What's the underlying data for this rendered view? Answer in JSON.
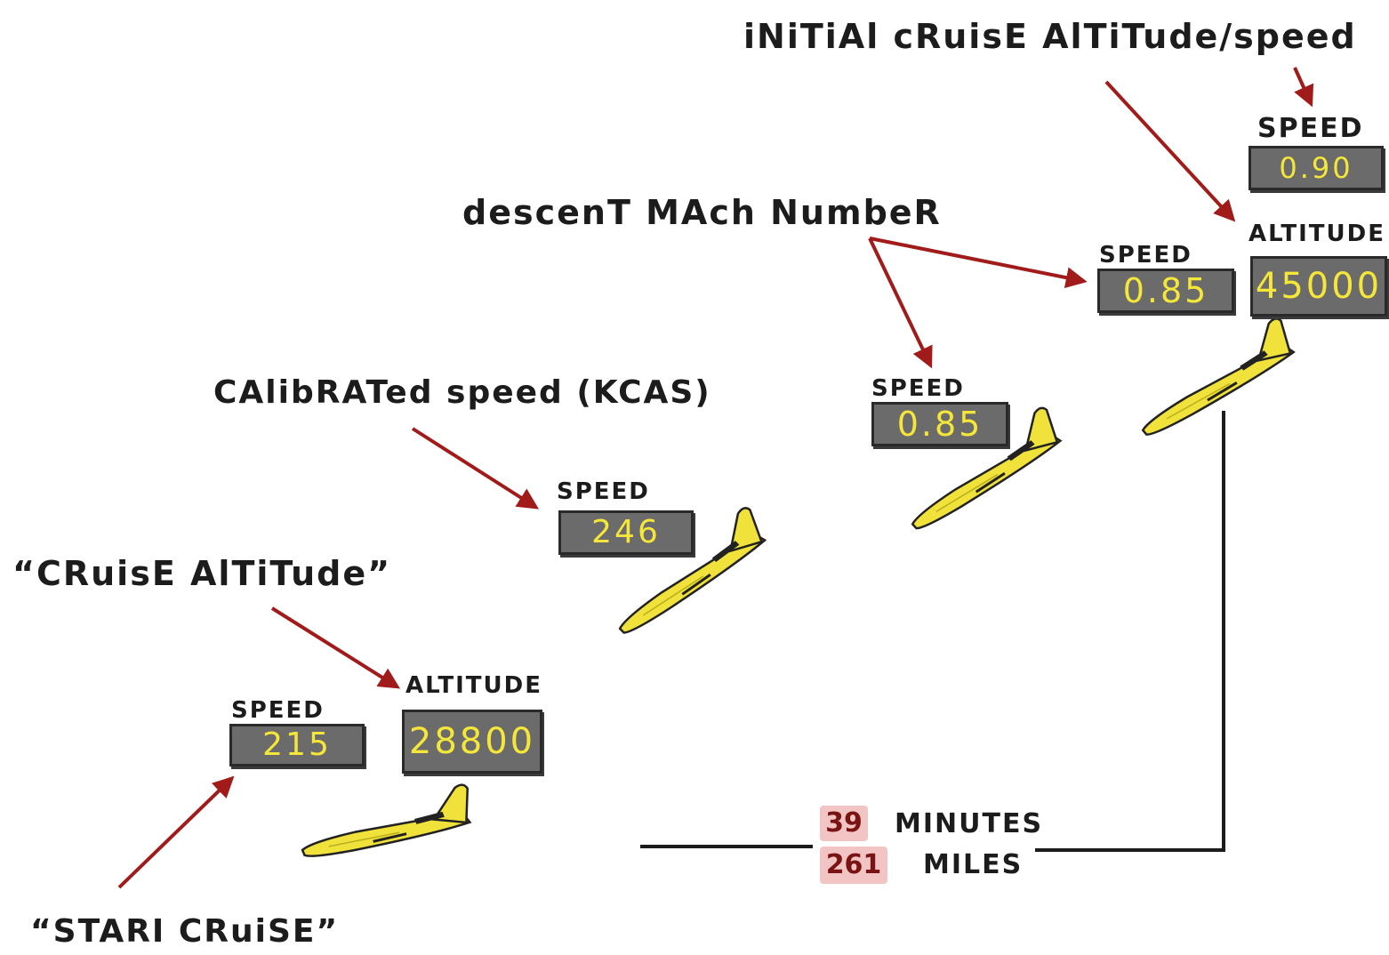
{
  "annotations": {
    "initial_cruise": "iNiTiAl cRuisE AlTiTude/speed",
    "descent_mach": "descenT MAch NumbeR",
    "calibrated_speed": "CAlibRATed speed (KCAS)",
    "cruise_altitude": "“CRuisE AlTiTude”",
    "start_cruise": "“STARI CRuiSE”"
  },
  "displays": {
    "start": {
      "speed_label": "SPEED",
      "speed_value": "215",
      "altitude_label": "ALTITUDE",
      "altitude_value": "28800"
    },
    "climb": {
      "speed_label": "SPEED",
      "speed_value": "246"
    },
    "descent": {
      "speed_label": "SPEED",
      "speed_value": "0.85"
    },
    "top": {
      "speed_label": "SPEED",
      "speed_value": "0.85",
      "altitude_label": "ALTITUDE",
      "altitude_value": "45000"
    },
    "initial": {
      "speed_label": "SPEED",
      "speed_value": "0.90"
    }
  },
  "summary": {
    "minutes_value": "39",
    "minutes_label": "MINUTES",
    "miles_value": "261",
    "miles_label": "MILES"
  },
  "colors": {
    "arrow": "#a11b1b",
    "display_bg": "#6b6b6b",
    "display_text": "#f5e63a",
    "plane": "#f0e23a",
    "badge": "#f3c4c4"
  }
}
